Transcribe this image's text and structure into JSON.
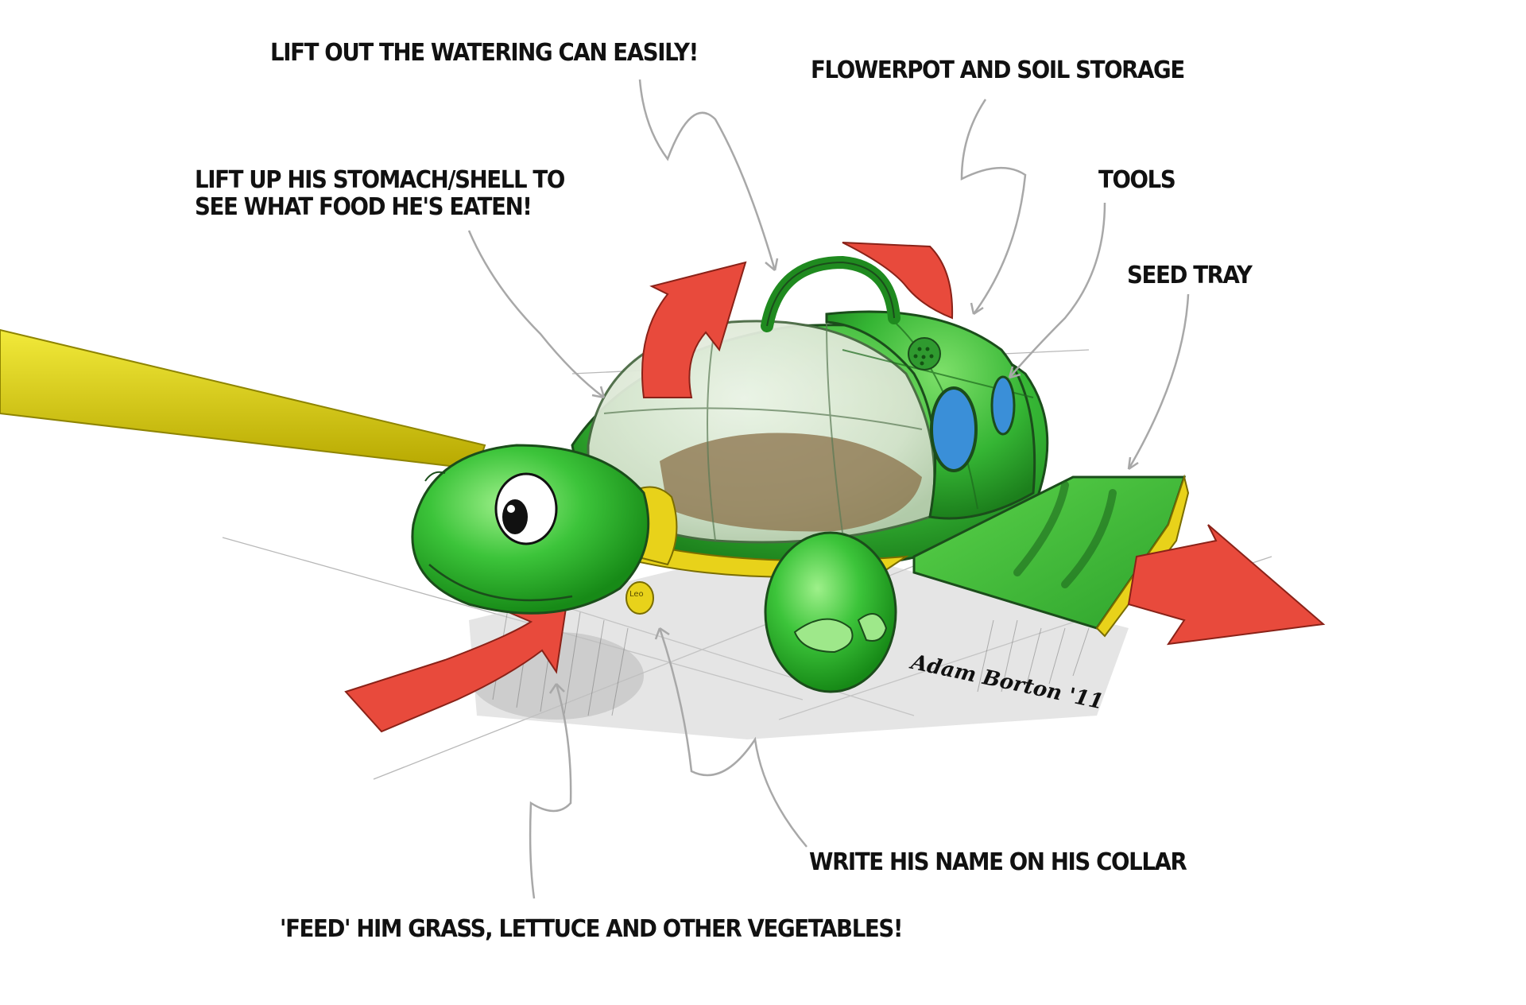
{
  "callouts": {
    "watering_can": "LIFT OUT THE WATERING CAN EASILY!",
    "flowerpot": "FLOWERPOT AND SOIL STORAGE",
    "stomach": [
      "LIFT UP HIS STOMACH/SHELL TO",
      "SEE WHAT FOOD HE'S EATEN!"
    ],
    "tools": "TOOLS",
    "seed_tray": "SEED TRAY",
    "collar": "WRITE HIS NAME ON HIS COLLAR",
    "feed": "'FEED' HIM GRASS, LETTUCE AND OTHER VEGETABLES!"
  },
  "signature": "Adam Borton '11",
  "tag_text": "Leo",
  "colors": {
    "shell_green": "#3cc43a",
    "dark_green": "#1f8a1f",
    "arrow_red": "#e84a3c",
    "collar_yellow": "#e8d21a",
    "window_blue": "#3a8fd8",
    "soil_brown": "#8a7048",
    "leash_yellow": "#d8cc10"
  }
}
